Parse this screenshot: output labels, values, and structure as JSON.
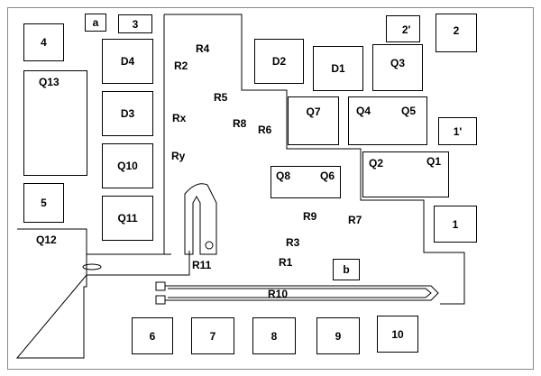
{
  "components": {
    "a": "a",
    "c3": "3",
    "c4": "4",
    "c5": "5",
    "c6": "6",
    "c7": "7",
    "c8": "8",
    "c9": "9",
    "c10": "10",
    "c1": "1",
    "c2": "2",
    "c2p": "2'",
    "c1p": "1'",
    "d1": "D1",
    "d2": "D2",
    "d3": "D3",
    "d4": "D4",
    "q1": "Q1",
    "q2": "Q2",
    "q3": "Q3",
    "q4": "Q4",
    "q5": "Q5",
    "q6": "Q6",
    "q7": "Q7",
    "q8": "Q8",
    "q10": "Q10",
    "q11": "Q11",
    "q12": "Q12",
    "q13": "Q13",
    "b": "b"
  },
  "resistors": {
    "r1": "R1",
    "r2": "R2",
    "r3": "R3",
    "r4": "R4",
    "r5": "R5",
    "r6": "R6",
    "r7": "R7",
    "r8": "R8",
    "r9": "R9",
    "r10": "R10",
    "r11": "R11",
    "rx": "Rx",
    "ry": "Ry"
  }
}
